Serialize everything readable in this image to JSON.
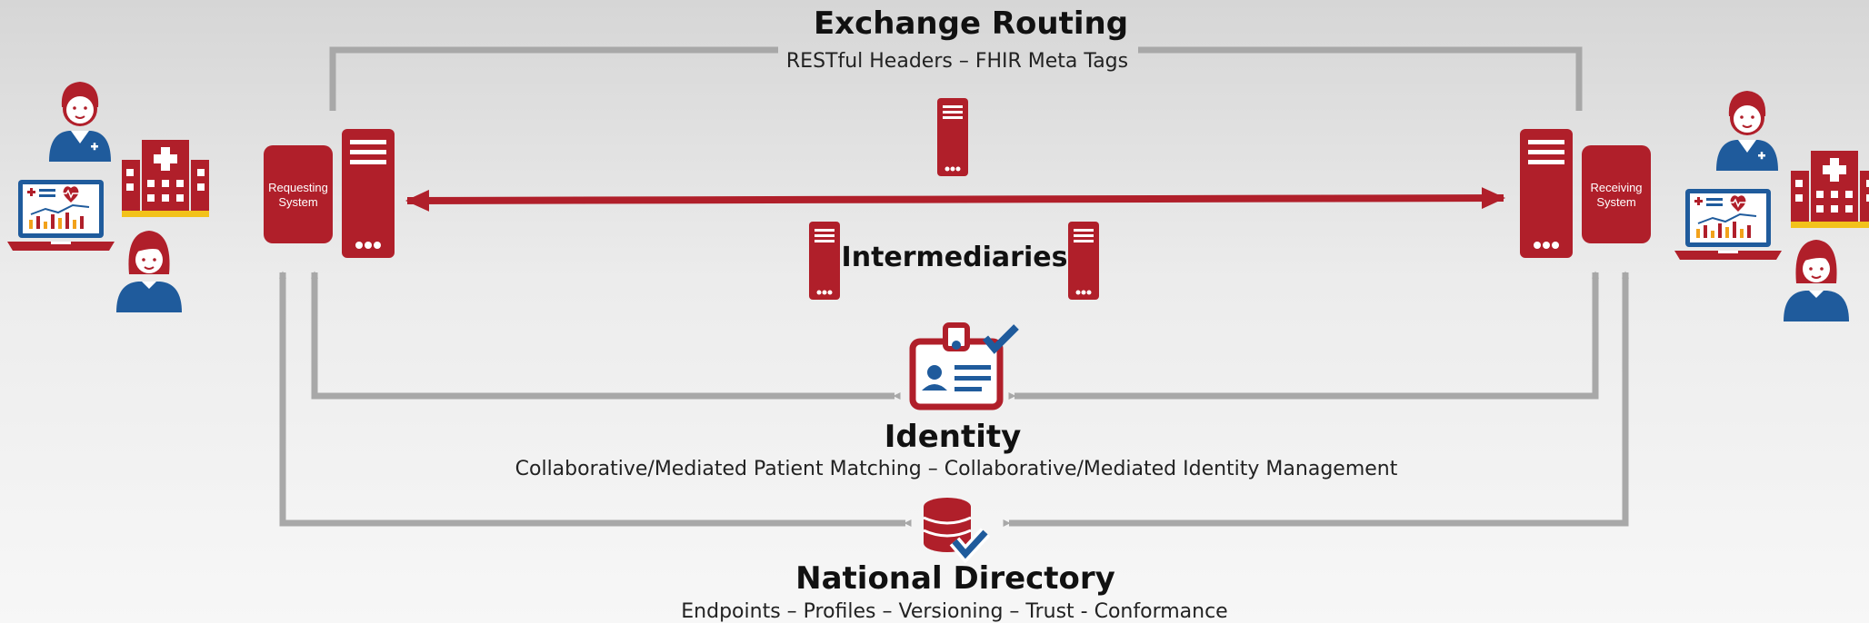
{
  "exchange_routing": {
    "title": "Exchange Routing",
    "subtitle": "RESTful Headers – FHIR Meta Tags"
  },
  "intermediaries": {
    "label": "Intermediaries"
  },
  "identity": {
    "title": "Identity",
    "subtitle": "Collaborative/Mediated Patient Matching – Collaborative/Mediated Identity Management"
  },
  "national_directory": {
    "title": "National Directory",
    "subtitle": "Endpoints – Profiles – Versioning – Trust - Conformance"
  },
  "requesting_system": {
    "line1": "Requesting",
    "line2": "System"
  },
  "receiving_system": {
    "line1": "Receiving",
    "line2": "System"
  },
  "colors": {
    "red": "#b01f2a",
    "blue": "#1f5b9c",
    "gray": "#a8a8a8",
    "yellow": "#f2c21b"
  },
  "icons": [
    "doctor-icon",
    "hospital-icon",
    "laptop-chart-icon",
    "patient-icon",
    "server-icon",
    "id-badge-check-icon",
    "database-check-icon"
  ]
}
